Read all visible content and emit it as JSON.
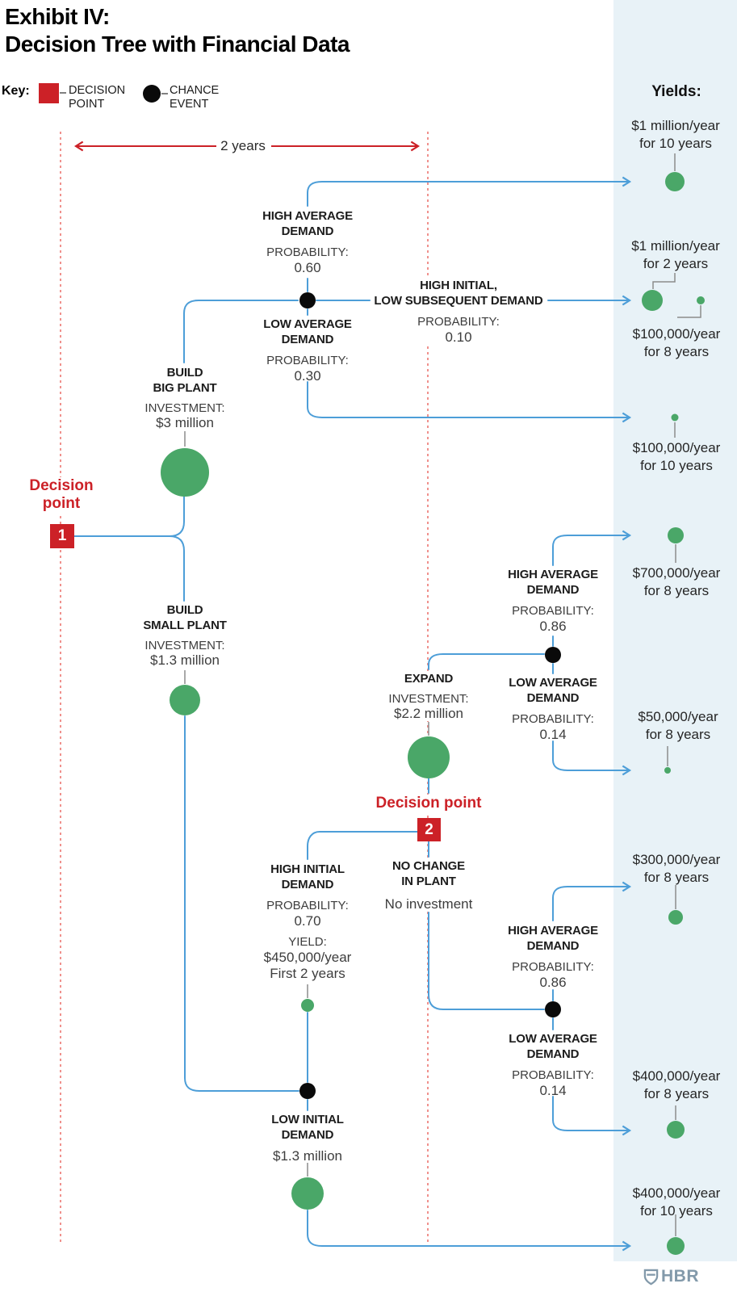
{
  "title": {
    "line1": "Exhibit IV:",
    "line2": "Decision Tree with Financial Data"
  },
  "key": {
    "label": "Key:",
    "decision_line1": "DECISION",
    "decision_line2": "POINT",
    "chance_line1": "CHANCE",
    "chance_line2": "EVENT"
  },
  "timeline": {
    "label": "2 years"
  },
  "panel": {
    "heading": "Yields:"
  },
  "decision1": {
    "label_line1": "Decision",
    "label_line2": "point",
    "number": "1"
  },
  "decision2": {
    "label": "Decision point",
    "number": "2"
  },
  "build_big": {
    "name_line1": "BUILD",
    "name_line2": "BIG PLANT",
    "investment_label": "INVESTMENT:",
    "investment": "$3 million"
  },
  "build_small": {
    "name_line1": "BUILD",
    "name_line2": "SMALL PLANT",
    "investment_label": "INVESTMENT:",
    "investment": "$1.3 million"
  },
  "expand": {
    "name": "EXPAND",
    "investment_label": "INVESTMENT:",
    "investment": "$2.2 million"
  },
  "no_change": {
    "name_line1": "NO CHANGE",
    "name_line2": "IN PLANT",
    "note": "No investment"
  },
  "high_avg_1": {
    "name_line1": "HIGH AVERAGE",
    "name_line2": "DEMAND",
    "prob_label": "PROBABILITY:",
    "prob": "0.60"
  },
  "low_avg_1": {
    "name_line1": "LOW AVERAGE",
    "name_line2": "DEMAND",
    "prob_label": "PROBABILITY:",
    "prob": "0.30"
  },
  "high_low_subsequent": {
    "name_line1": "HIGH INITIAL,",
    "name_line2": "LOW SUBSEQUENT DEMAND",
    "prob_label": "PROBABILITY:",
    "prob": "0.10"
  },
  "high_avg_2": {
    "name_line1": "HIGH AVERAGE",
    "name_line2": "DEMAND",
    "prob_label": "PROBABILITY:",
    "prob": "0.86"
  },
  "low_avg_2": {
    "name_line1": "LOW AVERAGE",
    "name_line2": "DEMAND",
    "prob_label": "PROBABILITY:",
    "prob": "0.14"
  },
  "high_avg_3": {
    "name_line1": "HIGH AVERAGE",
    "name_line2": "DEMAND",
    "prob_label": "PROBABILITY:",
    "prob": "0.86"
  },
  "low_avg_3": {
    "name_line1": "LOW AVERAGE",
    "name_line2": "DEMAND",
    "prob_label": "PROBABILITY:",
    "prob": "0.14"
  },
  "high_initial": {
    "name_line1": "HIGH INITIAL",
    "name_line2": "DEMAND",
    "prob_label": "PROBABILITY:",
    "prob": "0.70",
    "yield_label": "YIELD:",
    "yield_line1": "$450,000/year",
    "yield_line2": "First 2 years"
  },
  "low_initial": {
    "name_line1": "LOW INITIAL",
    "name_line2": "DEMAND",
    "amount": "$1.3 million"
  },
  "yields": {
    "y1": {
      "line1": "$1 million/year",
      "line2": "for 10 years"
    },
    "y2": {
      "line1": "$1 million/year",
      "line2": "for 2 years"
    },
    "y3": {
      "line1": "$100,000/year",
      "line2": "for 8 years"
    },
    "y4": {
      "line1": "$100,000/year",
      "line2": "for 10 years"
    },
    "y5": {
      "line1": "$700,000/year",
      "line2": "for 8 years"
    },
    "y6": {
      "line1": "$50,000/year",
      "line2": "for 8 years"
    },
    "y7": {
      "line1": "$300,000/year",
      "line2": "for 8 years"
    },
    "y8": {
      "line1": "$400,000/year",
      "line2": "for 8 years"
    },
    "y9": {
      "line1": "$400,000/year",
      "line2": "for 10 years"
    }
  },
  "logo": {
    "text": "HBR"
  },
  "colors": {
    "green": "#4aa768",
    "blue": "#4d9ed8",
    "red": "#cc2127",
    "dotted_red": "#f0918d",
    "panel_blue": "#e8f2f7",
    "stem_gray": "#8c8c8c",
    "logo": "#8299aa"
  }
}
